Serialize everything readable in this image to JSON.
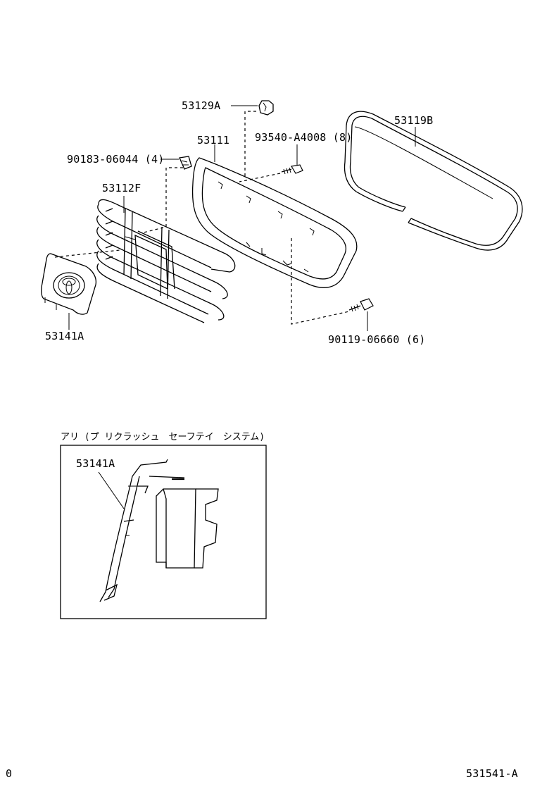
{
  "parts": {
    "p53129A": "53129A",
    "p53111": "53111",
    "p93540": "93540-A4008 (8)",
    "p53119B": "53119B",
    "p90183": "90183-06044 (4)",
    "p53112F": "53112F",
    "p53141A": "53141A",
    "p90119": "90119-06660 (6)"
  },
  "inset": {
    "title": "アリ (プ リクラッシュ　セーフテイ　システム)",
    "part": "53141A"
  },
  "footer": {
    "left": "0",
    "right": "531541-A"
  }
}
